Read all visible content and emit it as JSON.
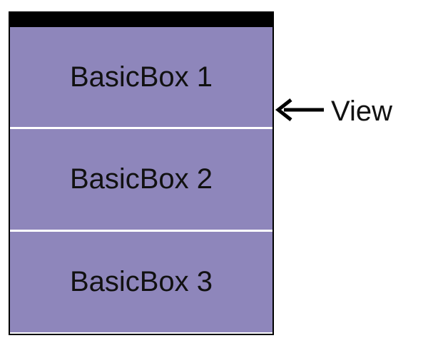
{
  "boxes": [
    {
      "label": "BasicBox 1"
    },
    {
      "label": "BasicBox 2"
    },
    {
      "label": "BasicBox 3"
    }
  ],
  "annotation": {
    "label": "View",
    "arrow_icon": "left-arrow-icon"
  },
  "colors": {
    "box_fill": "#8e86bb",
    "border": "#000000",
    "separator": "#ffffff",
    "text": "#111111"
  }
}
